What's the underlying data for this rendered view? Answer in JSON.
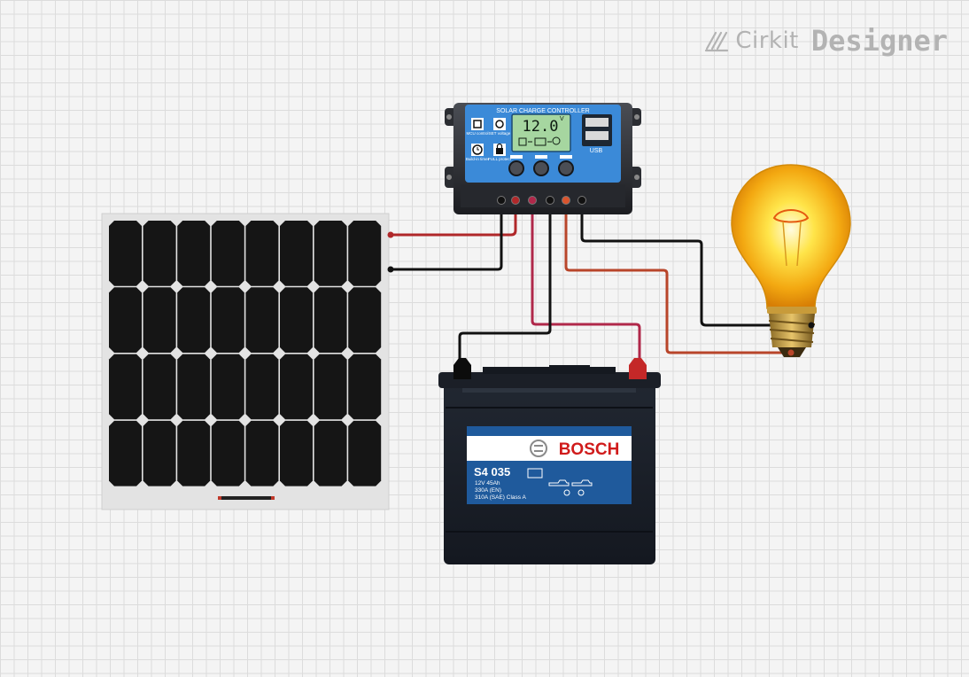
{
  "watermark": {
    "brand": "Cirkit",
    "product": "Designer",
    "logo_icon": "pencil-slash-icon"
  },
  "charge_controller": {
    "title": "SOLAR CHARGE CONTROLLER",
    "voltage": "12.0",
    "voltage_unit": "V",
    "usb_label": "USB",
    "icons": [
      {
        "label": "MCU control",
        "icon": "chip-icon"
      },
      {
        "label": "SET voltage",
        "icon": "gear-icon"
      },
      {
        "label": "Build-in timer",
        "icon": "clock-icon"
      },
      {
        "label": "FULL protect",
        "icon": "lock-icon"
      }
    ]
  },
  "battery": {
    "brand": "BOSCH",
    "model": "S4 035",
    "spec_lines": [
      "12V 45Ah",
      "330A (EN)",
      "310A (SAE)  Class A"
    ]
  },
  "colors": {
    "wire_red": "#b0282a",
    "wire_black": "#111111",
    "wire_orange": "#b8452a",
    "battery_label": "#1f5a9c",
    "controller_blue": "#3b8ad8",
    "bosch_red": "#d01b1b"
  }
}
